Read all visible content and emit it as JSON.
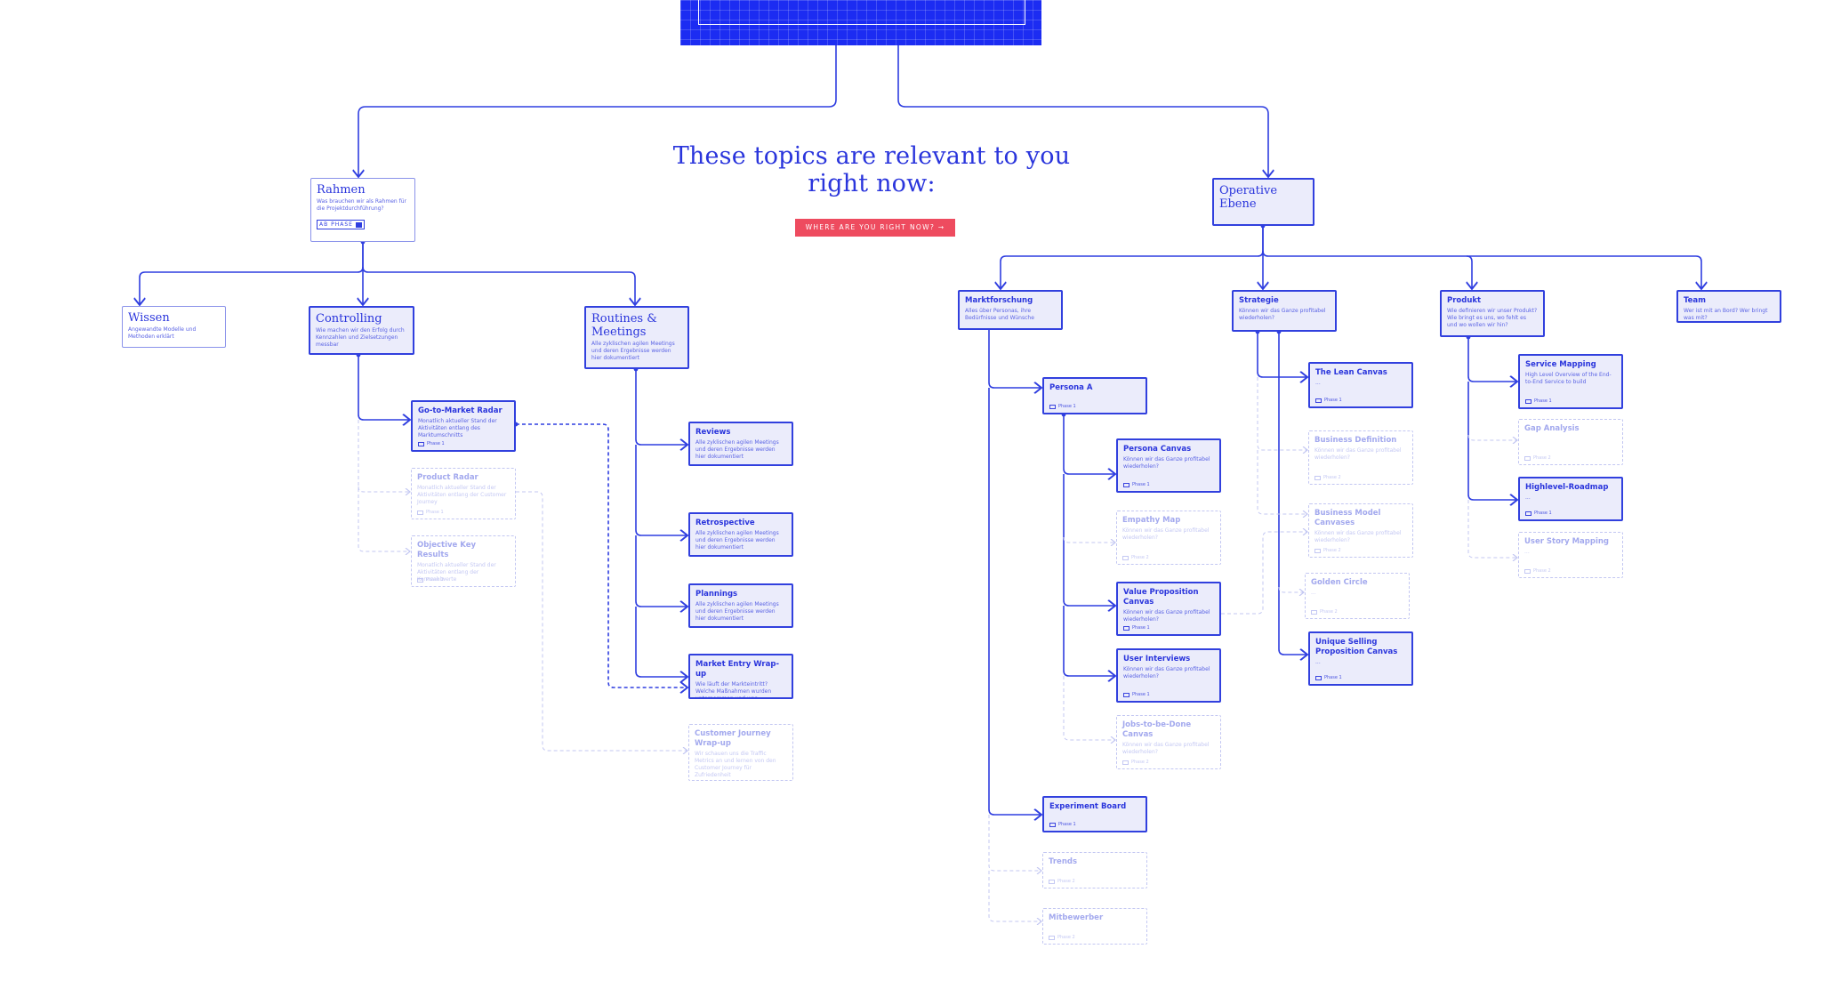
{
  "headline": "These topics are relevant to you right now:",
  "cta_label": "WHERE ARE YOU RIGHT NOW? →",
  "colors": {
    "accent": "#2f3ee0",
    "cta": "#ee4b5f",
    "hero": "#1c2cf2"
  },
  "nodes": {
    "rahmen": {
      "title": "Rahmen",
      "desc": "Was brauchen wir als Rahmen für die Projektdurchführung?",
      "badge": "AB PHASE",
      "badge_num": "1"
    },
    "operative": {
      "title": "Operative Ebene",
      "desc": ""
    },
    "wissen": {
      "title": "Wissen",
      "desc": "Angewandte Modelle und Methoden erklärt"
    },
    "controlling": {
      "title": "Controlling",
      "desc": "Wie machen wir den Erfolg durch Kennzahlen und Zielsetzungen messbar"
    },
    "routines": {
      "title": "Routines & Meetings",
      "desc": "Alle zyklischen agilen Meetings und deren Ergebnisse werden hier dokumentiert"
    },
    "gtm_radar": {
      "title": "Go-to-Market Radar",
      "desc": "Monatlich aktueller Stand der Aktivitäten entlang des Marktumschnitts",
      "phase": "Phase 1"
    },
    "product_radar": {
      "title": "Product Radar",
      "desc": "Monatlich aktueller Stand der Aktivitäten entlang der Customer Journey",
      "phase": "Phase 1"
    },
    "okr": {
      "title": "Objective Key Results",
      "desc": "Monatlich aktueller Stand der Aktivitäten entlang der Kennzahlwerte",
      "phase": "Phase 2"
    },
    "reviews": {
      "title": "Reviews",
      "desc": "Alle zyklischen agilen Meetings und deren Ergebnisse werden hier dokumentiert"
    },
    "retrospective": {
      "title": "Retrospective",
      "desc": "Alle zyklischen agilen Meetings und deren Ergebnisse werden hier dokumentiert"
    },
    "plannings": {
      "title": "Plannings",
      "desc": "Alle zyklischen agilen Meetings und deren Ergebnisse werden hier dokumentiert"
    },
    "market_entry": {
      "title": "Market Entry Wrap-up",
      "desc": "Wie läuft der Markteintritt? Welche Maßnahmen wurden unternommen und was erfolgreich waren wir?"
    },
    "cj_wrap": {
      "title": "Customer Journey Wrap-up",
      "desc": "Wir schauen uns die Traffic Metrics an und lernen von den Customer Journey für Zufriedenheit"
    },
    "marktforschung": {
      "title": "Marktforschung",
      "desc": "Alles über Personas, ihre Bedürfnisse und Wünsche"
    },
    "strategie": {
      "title": "Strategie",
      "desc": "Können wir das Ganze profitabel wiederholen?"
    },
    "produkt": {
      "title": "Produkt",
      "desc": "Wie definieren wir unser Produkt? Wie bringt es uns, wo fehlt es und wo wollen wir hin?"
    },
    "team": {
      "title": "Team",
      "desc": "Wer ist mit an Bord? Wer bringt was mit?"
    },
    "persona_a": {
      "title": "Persona A",
      "desc": "",
      "phase": "Phase 1"
    },
    "persona_canvas": {
      "title": "Persona Canvas",
      "desc": "Können wir das Ganze profitabel wiederholen?",
      "phase": "Phase 1"
    },
    "empathy_map": {
      "title": "Empathy Map",
      "desc": "Können wir das Ganze profitabel wiederholen?",
      "phase": "Phase 2"
    },
    "vpc": {
      "title": "Value Proposition Canvas",
      "desc": "Können wir das Ganze profitabel wiederholen?",
      "phase": "Phase 1"
    },
    "user_interviews": {
      "title": "User Interviews",
      "desc": "Können wir das Ganze profitabel wiederholen?",
      "phase": "Phase 1"
    },
    "jtbd": {
      "title": "Jobs-to-be-Done Canvas",
      "desc": "Können wir das Ganze profitabel wiederholen?",
      "phase": "Phase 2"
    },
    "experiment_board": {
      "title": "Experiment Board",
      "desc": "",
      "phase": "Phase 1"
    },
    "trends": {
      "title": "Trends",
      "desc": "",
      "phase": "Phase 2"
    },
    "mitbewerber": {
      "title": "Mitbewerber",
      "desc": "",
      "phase": "Phase 2"
    },
    "lean_canvas": {
      "title": "The Lean Canvas",
      "desc": "...",
      "phase": "Phase 1"
    },
    "business_definition": {
      "title": "Business Definition",
      "desc": "Können wir das Ganze profitabel wiederholen?",
      "phase": "Phase 2"
    },
    "bmc": {
      "title": "Business Model Canvases",
      "desc": "Können wir das Ganze profitabel wiederholen?",
      "phase": "Phase 2"
    },
    "golden_circle": {
      "title": "Golden Circle",
      "desc": "...",
      "phase": "Phase 2"
    },
    "usp_canvas": {
      "title": "Unique Selling Proposition Canvas",
      "desc": "...",
      "phase": "Phase 1"
    },
    "service_mapping": {
      "title": "Service Mapping",
      "desc": "High Level Overview of the End-to-End Service to build",
      "phase": "Phase 1"
    },
    "gap_analysis": {
      "title": "Gap Analysis",
      "desc": "",
      "phase": "Phase 2"
    },
    "highlevel_roadmap": {
      "title": "Highlevel-Roadmap",
      "desc": "...",
      "phase": "Phase 1"
    },
    "user_story_mapping": {
      "title": "User Story Mapping",
      "desc": "...",
      "phase": "Phase 2"
    }
  }
}
